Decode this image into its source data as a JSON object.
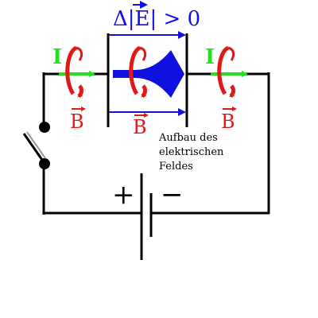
{
  "labels": {
    "delta_e": "Δ|E| > 0",
    "current_left": "I",
    "current_right": "I",
    "b_left": "B",
    "b_center": "B",
    "b_right": "B",
    "plus": "+",
    "minus": "−",
    "caption_line1": "Aufbau des",
    "caption_line2": "elektrischen",
    "caption_line3": "Feldes"
  },
  "colors": {
    "wire": "#000000",
    "current": "#22e022",
    "field_b": "#e01818",
    "field_e": "#1010e0"
  }
}
